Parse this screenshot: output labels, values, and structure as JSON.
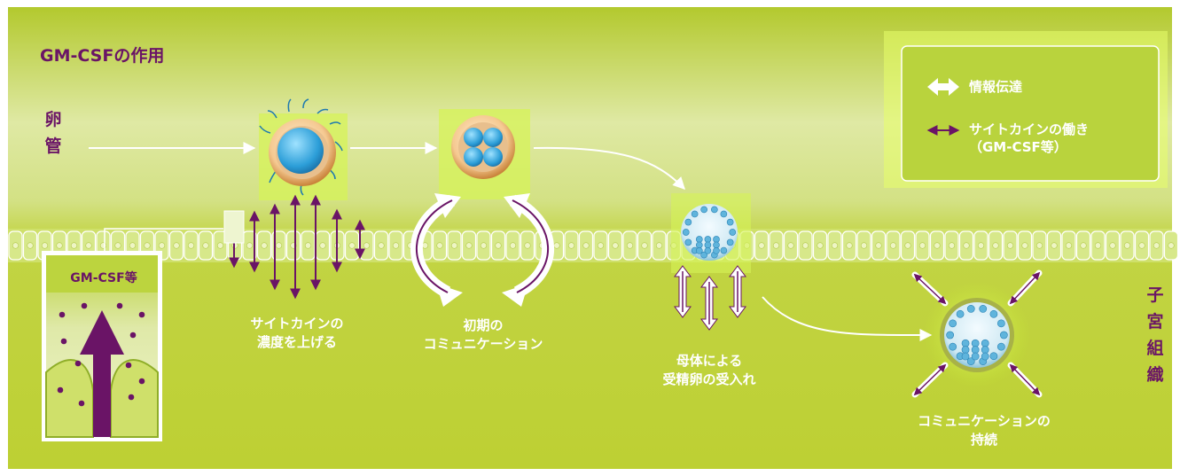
{
  "title": "GM-CSFの作用",
  "regions": {
    "oviduct": [
      "卵",
      "管"
    ],
    "uterus": [
      "子",
      "宮",
      "組",
      "織"
    ]
  },
  "stages": [
    {
      "label_lines": [
        "サイトカインの",
        "濃度を上げる"
      ]
    },
    {
      "label_lines": [
        "初期の",
        "コミュニケーション"
      ]
    },
    {
      "label_lines": [
        "母体による",
        "受精卵の受入れ"
      ]
    },
    {
      "label_lines": [
        "コミュニケーションの",
        "持続"
      ]
    }
  ],
  "inset": {
    "label": "GM-CSF等"
  },
  "legend": {
    "info_transfer": "情報伝達",
    "cytokine_line1": "サイトカインの働き",
    "cytokine_line2": "（GM-CSF等）"
  },
  "colors": {
    "background": "#bed034",
    "purple": "#6a1466",
    "legend_box": "#b9d33d",
    "cell_band": "#c8dc5c"
  }
}
